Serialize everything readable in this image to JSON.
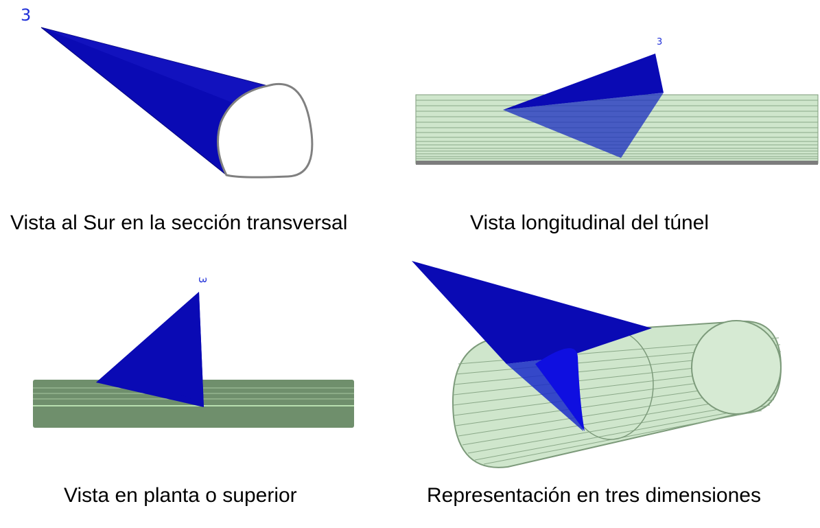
{
  "panels": [
    {
      "caption": "Vista al Sur en la sección transversal",
      "marker": "3"
    },
    {
      "caption": "Vista longitudinal del túnel",
      "marker": "3"
    },
    {
      "caption": "Vista en planta o superior",
      "marker": "3"
    },
    {
      "caption": "Representación en tres dimensiones",
      "marker": ""
    }
  ],
  "colors": {
    "wedge": "#0a0ab4",
    "tunnel_fill": "#cfe6cc",
    "tunnel_line": "#6c8a6a",
    "section_outline": "#808080"
  }
}
